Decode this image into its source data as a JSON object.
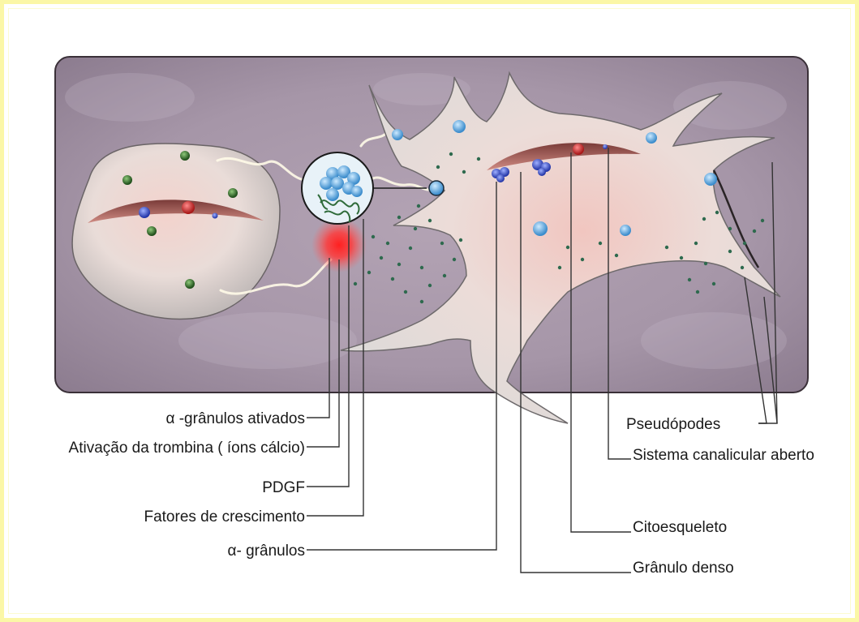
{
  "labels_left": [
    "α -grânulos ativados",
    "Ativação da trombina ( íons cálcio)",
    "PDGF",
    "Fatores de crescimento",
    "α- grânulos"
  ],
  "labels_right": [
    "Pseudópodes",
    "Sistema canalicular aberto",
    "Citoesqueleto",
    "Grânulo denso"
  ],
  "colors": {
    "frame": "#fbf7a6",
    "background": "#a796a6",
    "cell": "#ece9e6",
    "cytoplasm": "#e8b8b4",
    "alpha_granule": "#4fa3d6",
    "dense_granule": "#3b56c8",
    "green_granule": "#2e6a2a",
    "activation_glow": "#ff2a2a",
    "leader_line": "#333333"
  }
}
